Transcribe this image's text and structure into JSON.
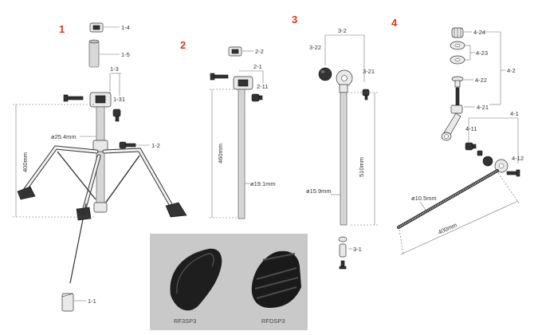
{
  "section_numbers": [
    "1",
    "2",
    "3",
    "4"
  ],
  "section_color": "#d9381e",
  "section1": {
    "labels": [
      "1-4",
      "1-5",
      "1-3",
      "1-31",
      "1-2",
      "1-1"
    ],
    "dims": [
      "ø25.4mm",
      "400mm"
    ]
  },
  "section2": {
    "labels": [
      "2-2",
      "2-1",
      "2-11"
    ],
    "dims": [
      "460mm",
      "ø19.1mm"
    ]
  },
  "section3": {
    "labels": [
      "3-2",
      "3-22",
      "3-21",
      "3-1"
    ],
    "dims": [
      "510mm",
      "ø15.9mm"
    ]
  },
  "section4": {
    "labels": [
      "4-24",
      "4-23",
      "4-2",
      "4-22",
      "4-21",
      "4-1",
      "4-11",
      "4-12"
    ],
    "dims": [
      "ø10.5mm",
      "400mm"
    ]
  },
  "photo": {
    "background": "#c9c9c9",
    "captions": [
      "RF3SP3",
      "RFDSP3"
    ]
  }
}
